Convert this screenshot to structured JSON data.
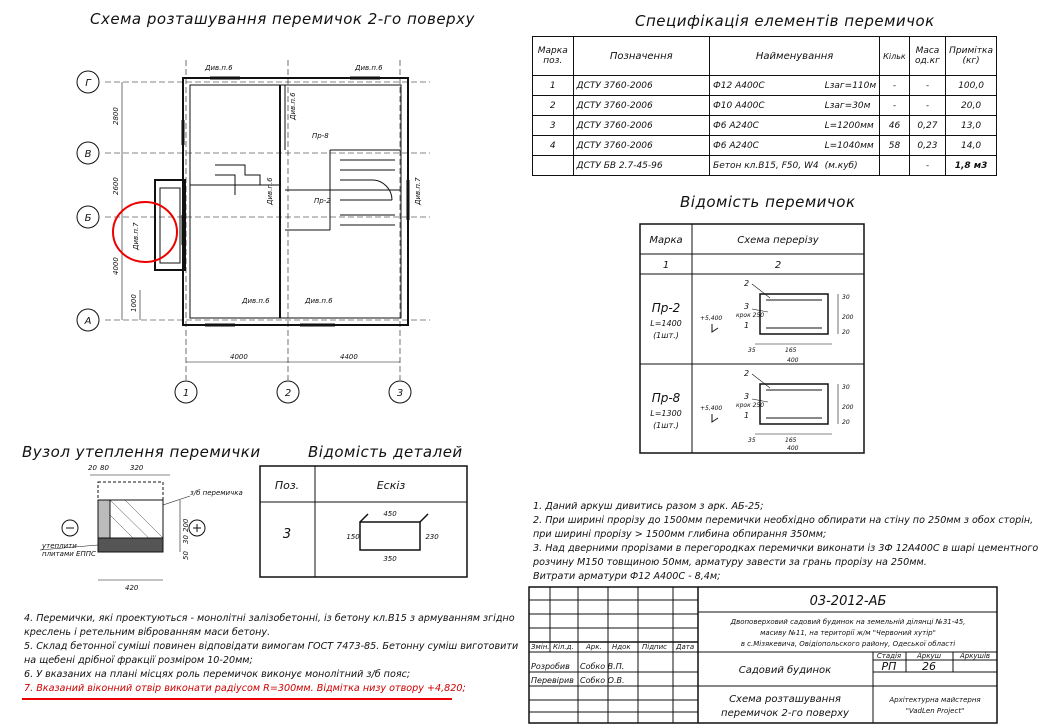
{
  "plan": {
    "title": "Схема розташування перемичок 2-го поверху",
    "axes_letters": [
      "Г",
      "В",
      "Б",
      "А"
    ],
    "axes_numbers": [
      "1",
      "2",
      "3"
    ],
    "dims_vertical": [
      "2800",
      "2600",
      "4000",
      "1000"
    ],
    "dims_horizontal": [
      "4000",
      "4400"
    ],
    "labels": {
      "div1": "Див.п.6",
      "div2": "Див.п.6",
      "div3": "Див.п.6",
      "div4": "Див.п.6",
      "div5": "Див.п.6",
      "div6": "Див.п.6",
      "div7a": "Див.п.7",
      "div7b": "Див.п.7",
      "pr8": "Пр-8",
      "pr2": "Пр-2"
    }
  },
  "spec": {
    "title": "Специфікація елементів перемичок",
    "headers": [
      "Марка поз.",
      "Позначення",
      "Найменування",
      "Кільк",
      "Маса од.кг",
      "Примітка (кг)"
    ],
    "rows": [
      [
        "1",
        "ДСТУ 3760-2006",
        "Ф12 А400С",
        "Lзаг=110м",
        "-",
        "-",
        "100,0"
      ],
      [
        "2",
        "ДСТУ 3760-2006",
        "Ф10 А400С",
        "Lзаг=30м",
        "-",
        "-",
        "20,0"
      ],
      [
        "3",
        "ДСТУ 3760-2006",
        "Ф6 А240С",
        "L=1200мм",
        "46",
        "0,27",
        "13,0"
      ],
      [
        "4",
        "ДСТУ 3760-2006",
        "Ф6 А240С",
        "L=1040мм",
        "58",
        "0,23",
        "14,0"
      ],
      [
        "",
        "ДСТУ БВ 2.7-45-96",
        "Бетон кл.В15, F50, W4",
        "(м.куб)",
        "",
        "-",
        "1,8 м3"
      ]
    ]
  },
  "vidomist": {
    "title": "Відомість перемичок",
    "headers": [
      "Марка",
      "Схема перерізу"
    ],
    "sub": [
      "1",
      "2"
    ],
    "items": [
      {
        "mark": "Пр-2",
        "length": "L=1400",
        "count": "(1шт.)",
        "elev": "+5,400"
      },
      {
        "mark": "Пр-8",
        "length": "L=1300",
        "count": "(1шт.)",
        "elev": "+5,400"
      }
    ],
    "section_labels": {
      "n2": "2",
      "n3": "3",
      "n1": "1",
      "step": "крок 250",
      "d35": "35",
      "d165": "165",
      "d400": "400",
      "d30": "30",
      "d200": "200",
      "d20": "20"
    }
  },
  "node": {
    "title": "Вузол утеплення перемички",
    "dims": [
      "20",
      "80",
      "320",
      "200",
      "420",
      "50",
      "30"
    ],
    "label1": "з/б перемичка",
    "label2": "утеплити",
    "label3": "плитами ЕППС"
  },
  "details": {
    "title": "Відомість деталей",
    "headers": [
      "Поз.",
      "Ескіз"
    ],
    "pos": "3",
    "dims": [
      "450",
      "150",
      "230",
      "350"
    ]
  },
  "notes_right": [
    "1. Даний аркуш дивитись разом з арк. АБ-25;",
    "2. При ширині прорізу до 1500мм перемички необхідно обпирати на стіну по 250мм з обох сторін,",
    "    при ширині прорізу > 1500мм глибина обпирання 350мм;",
    "3. Над дверними прорізами в перегородках перемички виконати із 3Ф 12А400С в шарі цементного",
    "    розчину М150 товщиною 50мм, арматуру завести за грань прорізу на 250мм.",
    "    Витрати арматури Ф12 А400С - 8,4м;"
  ],
  "notes_left": [
    "4. Перемички, які проектуються - монолітні залізобетонні, із бетону кл.В15 з армуванням згідно",
    "    креслень і ретельним віброванням маси бетону.",
    "5. Склад бетонної суміші повинен відповідати вимогам ГОСТ 7473-85. Бетонну суміш виготовити",
    "    на щебені дрібної фракції розміром 10-20мм;",
    "6. У вказаних на плані місцях роль перемичок виконує монолітний з/б пояс;",
    "7. Вказаний віконний отвір виконати радіусом R=300мм. Відмітка низу отвору +4,820;"
  ],
  "stamp": {
    "code": "03-2012-АБ",
    "project": "Двоповерховий садовий будинок на земельній ділянці №31-45, масиву №11, на території ж/м \"Червоний хутір\" в с.Мізякевича, Овідіопольского району, Одеської області",
    "project_l1": "Двоповерховий садовий будинок на земельній ділянці №31-45,",
    "project_l2": "масиву №11, на території ж/м \"Червоний хутір\"",
    "project_l3": "в с.Мізякевича, Овідіопольского району, Одеської області",
    "col_headers": [
      "Змін.",
      "Кіл.д.",
      "Арк.",
      "Ндок",
      "Підпис",
      "Дата"
    ],
    "developed_label": "Розробив",
    "developed_name": "Собко В.П.",
    "checked_label": "Перевірив",
    "checked_name": "Собко О.В.",
    "building": "Садовий будинок",
    "stage_label": "Стадія",
    "sheet_label": "Аркуш",
    "sheets_label": "Аркушів",
    "stage": "РП",
    "sheet": "26",
    "sheet_title_l1": "Схема розташування",
    "sheet_title_l2": "перемичок 2-го поверху",
    "org_l1": "Архітектурна майстерня",
    "org_l2": "\"VadLen Project\""
  }
}
